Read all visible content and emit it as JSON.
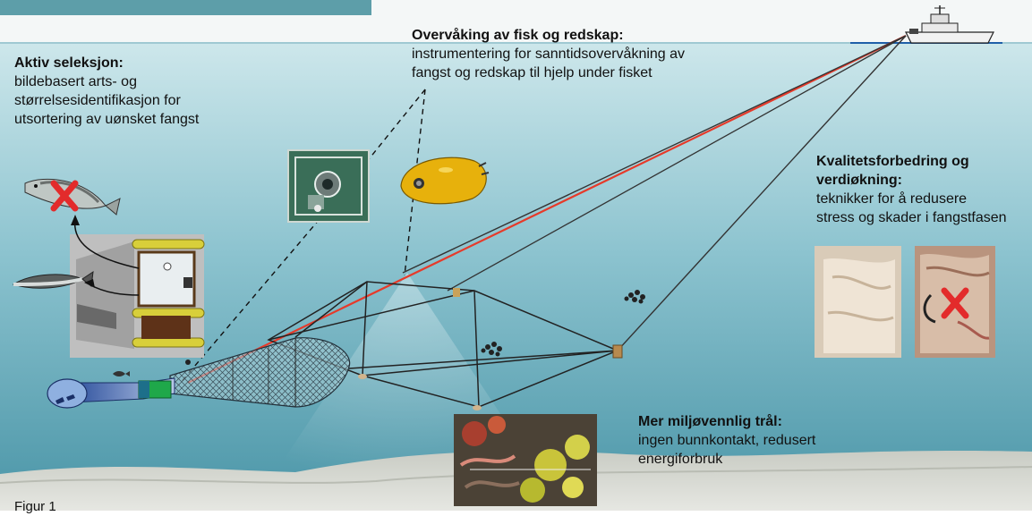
{
  "colors": {
    "sky": "#f3f7f7",
    "sea_top": "#bfe0e6",
    "sea_bottom": "#3f8fa2",
    "seabed": "#d9dcd6",
    "topbar": "#5d9ea9",
    "warp_red": "#e63a2a",
    "cross": "#e32b2b"
  },
  "labels": {
    "aktiv": {
      "heading": "Aktiv seleksjon:",
      "lines": [
        "bildebasert arts- og",
        "størrelsesidentifikasjon for",
        "utsortering av uønsket fangst"
      ]
    },
    "overvaking": {
      "heading": "Overvåking av fisk og redskap:",
      "lines": [
        "instrumentering for sanntidsovervåkning av",
        "fangst og redskap til hjelp under fisket"
      ]
    },
    "kvalitet": {
      "heading_lines": [
        "Kvalitetsforbedring og",
        "verdiøkning:"
      ],
      "lines": [
        "teknikker for å redusere",
        "stress og skader i fangstfasen"
      ]
    },
    "miljo": {
      "heading": "Mer miljøvennlig trål:",
      "lines": [
        "ingen bunnkontakt, redusert",
        "energiforbruk"
      ]
    },
    "figur": "Figur 1"
  },
  "icons": {
    "vessel": "research-vessel-icon",
    "fish": "fish-icon",
    "reject": "red-x-icon",
    "rov": "rov-icon",
    "camera": "camera-frame-icon"
  }
}
